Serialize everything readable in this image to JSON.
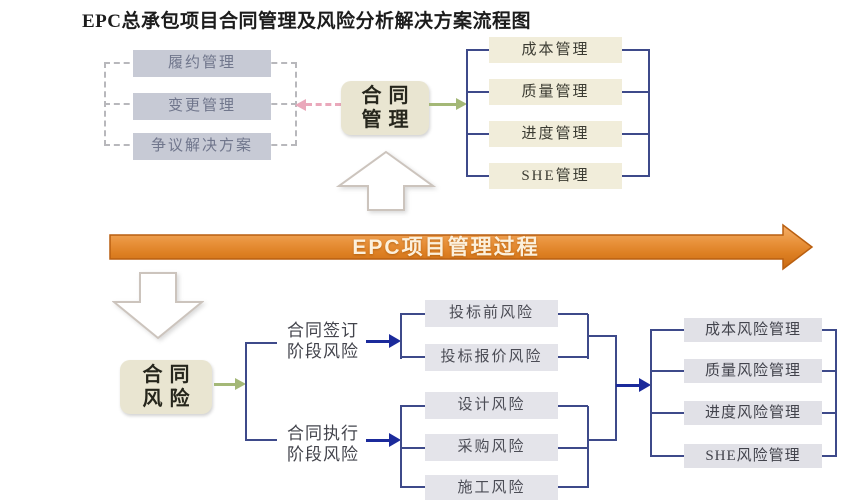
{
  "title": "EPC总承包项目合同管理及风险分析解决方案流程图",
  "contract": {
    "left_items": [
      "履约管理",
      "变更管理",
      "争议解决方案"
    ],
    "center": {
      "line1": "合同",
      "line2": "管理"
    },
    "right_items": [
      "成本管理",
      "质量管理",
      "进度管理",
      "SHE管理"
    ]
  },
  "process": {
    "label": "EPC项目管理过程"
  },
  "risk": {
    "center": {
      "line1": "合同",
      "line2": "风险"
    },
    "stages": [
      {
        "line1": "合同签订",
        "line2": "阶段风险"
      },
      {
        "line1": "合同执行",
        "line2": "阶段风险"
      }
    ],
    "signing_risks": [
      "投标前风险",
      "投标报价风险"
    ],
    "execution_risks": [
      "设计风险",
      "采购风险",
      "施工风险"
    ],
    "management": [
      "成本风险管理",
      "质量风险管理",
      "进度风险管理",
      "SHE风险管理"
    ]
  },
  "colors": {
    "process_arrow_orange": "#e08a3c",
    "navy_line": "#3e4a8a",
    "blue_arrow": "#1b2a9b",
    "green_arrow": "#a4b877",
    "pink_arrow": "#eaa8bb",
    "tan_box": "#e9e5d1",
    "gray_box": "#c7cad5",
    "cream_box": "#f1edda",
    "light_gray_box": "#e4e4ea"
  }
}
